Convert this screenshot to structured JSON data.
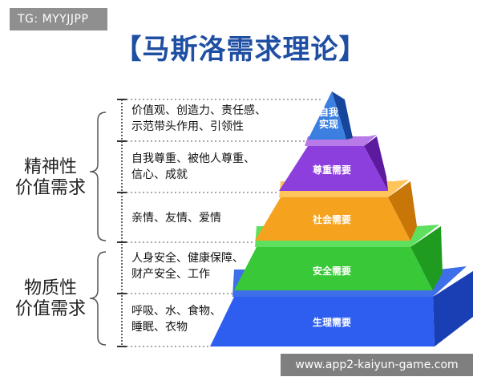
{
  "watermark_top": "TG: MYYJJPP",
  "title": "【马斯洛需求理论】",
  "groups": {
    "spiritual": "精神性\n价值需求",
    "material": "物质性\n价值需求"
  },
  "rows": [
    {
      "lines": [
        "价值观、创造力、责任感、",
        "示范带头作用、引领性"
      ]
    },
    {
      "lines": [
        "自我尊重、被他人尊重、",
        "信心、成就"
      ]
    },
    {
      "lines": [
        "亲情、友情、爱情"
      ]
    },
    {
      "lines": [
        "人身安全、健康保障、",
        "财产安全、工作"
      ]
    },
    {
      "lines": [
        "呼吸、水、食物、",
        "睡眠、衣物"
      ]
    }
  ],
  "pyramid": [
    {
      "label": "自我\n实现",
      "color": "#2e6fd6"
    },
    {
      "label": "尊重需要",
      "color": "#8a2be2"
    },
    {
      "label": "社会需要",
      "color": "#f39a1a"
    },
    {
      "label": "安全需要",
      "color": "#33cc33"
    },
    {
      "label": "生理需要",
      "color": "#2b57e0"
    }
  ],
  "watermark_bottom": "www.app2-kaiyun-game.com"
}
